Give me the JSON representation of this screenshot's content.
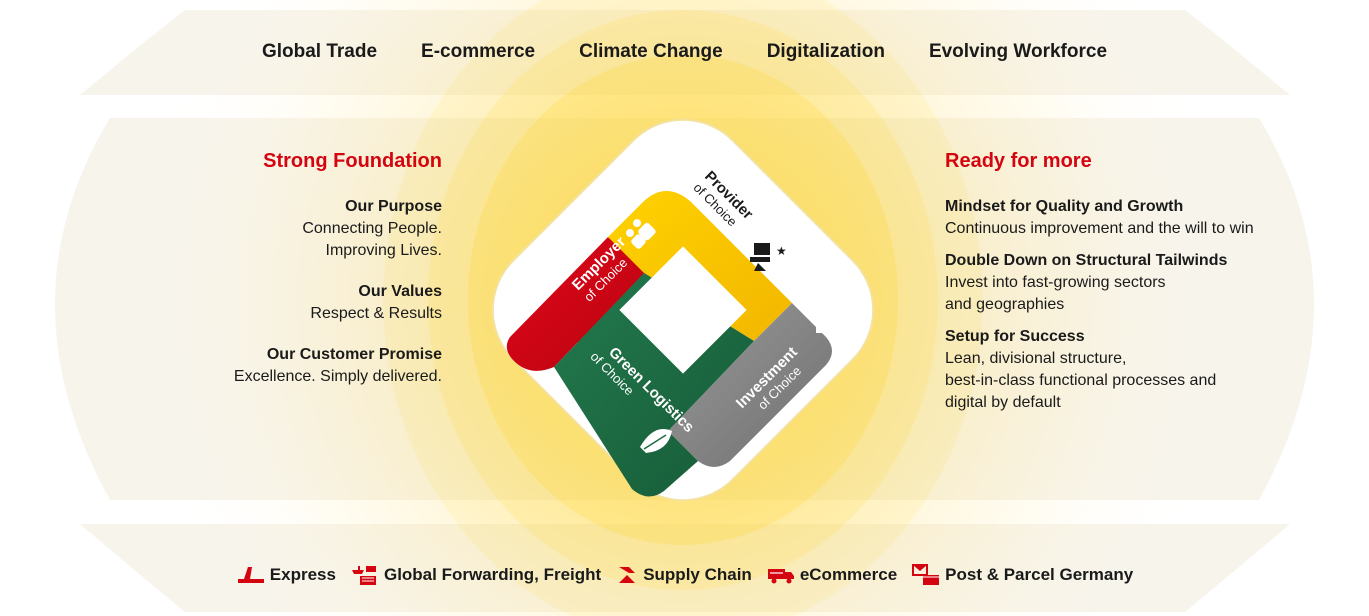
{
  "megatrends": [
    "Global Trade",
    "E-commerce",
    "Climate Change",
    "Digitalization",
    "Evolving Workforce"
  ],
  "foundation": {
    "heading": "Strong Foundation",
    "items": [
      {
        "title": "Our Purpose",
        "desc1": "Connecting People.",
        "desc2": "Improving Lives."
      },
      {
        "title": "Our Values",
        "desc1": "Respect & Results",
        "desc2": ""
      },
      {
        "title": "Our Customer Promise",
        "desc1": "Excellence. Simply delivered.",
        "desc2": ""
      }
    ]
  },
  "ready": {
    "heading": "Ready for more",
    "items": [
      {
        "title": "Mindset for Quality and Growth",
        "desc": "Continuous improvement and the will to win"
      },
      {
        "title": "Double Down on Structural Tailwinds",
        "desc": "Invest into fast-growing sectors\nand geographies"
      },
      {
        "title": "Setup for Success",
        "desc": "Lean, divisional structure,\nbest-in-class functional processes and\ndigital by default"
      }
    ]
  },
  "segments": {
    "employer": {
      "title": "Employer",
      "sub": "of Choice",
      "color": "#d40511"
    },
    "provider": {
      "title": "Provider",
      "sub": "of Choice",
      "color": "#ffcc00"
    },
    "investment": {
      "title": "Investment",
      "sub": "of Choice",
      "color": "#8c8c8c"
    },
    "green": {
      "title": "Green Logistics",
      "sub": "of Choice",
      "color": "#1e6b45"
    }
  },
  "divisions": [
    {
      "label": "Express",
      "icon": "plane-icon"
    },
    {
      "label": "Global Forwarding, Freight",
      "icon": "freight-icon"
    },
    {
      "label": "Supply Chain",
      "icon": "supply-chain-icon"
    },
    {
      "label": "eCommerce",
      "icon": "truck-icon"
    },
    {
      "label": "Post & Parcel Germany",
      "icon": "parcel-icon"
    }
  ],
  "colors": {
    "dhl_red": "#d40511",
    "dhl_yellow": "#ffcc00",
    "band": "#fbf6e8"
  }
}
